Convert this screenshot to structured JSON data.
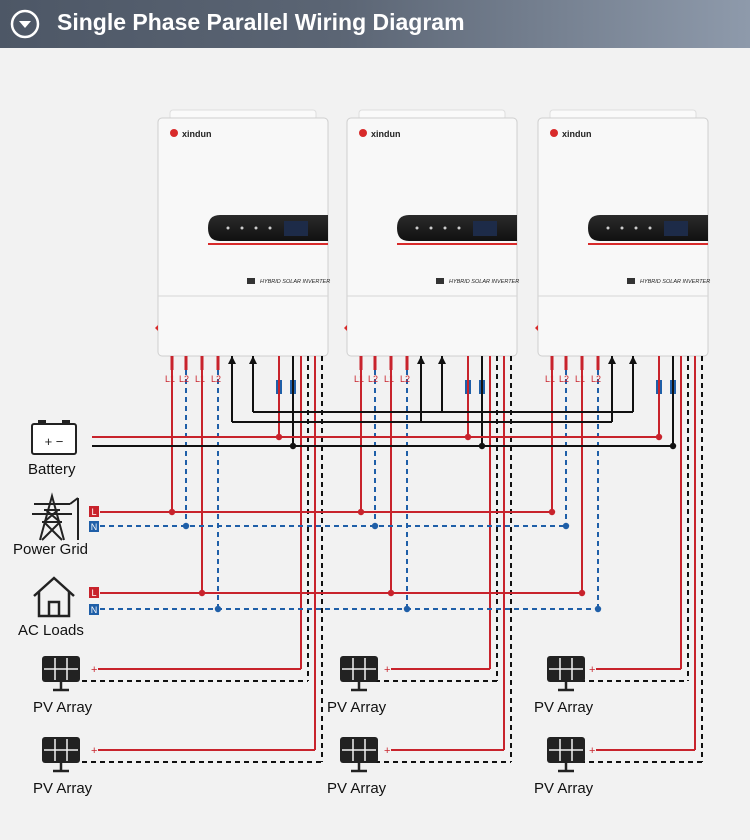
{
  "header": {
    "title": "Single Phase Parallel Wiring Diagram",
    "icon": "chevron-down-circle-icon"
  },
  "inverter": {
    "brand": "xindun",
    "model": "HYBRID SOLAR INVERTER",
    "count": 3,
    "terminals": {
      "l1": "L1",
      "l2": "L2"
    }
  },
  "sources": {
    "battery": {
      "label": "Battery",
      "icon": "battery-icon",
      "symbols": "+ −"
    },
    "grid": {
      "label": "Power Grid",
      "icon": "power-tower-icon",
      "l": "L",
      "n": "N"
    },
    "loads": {
      "label": "AC Loads",
      "icon": "house-icon",
      "l": "L",
      "n": "N"
    },
    "pv": {
      "label": "PV Array",
      "icon": "solar-panel-icon",
      "plus": "+"
    }
  },
  "colors": {
    "live": "#c8232c",
    "neutral": "#1f5fa8",
    "ground": "#111111",
    "accent_red": "#d82a2a",
    "header_start": "#4d5766",
    "header_end": "#8e9aab"
  }
}
